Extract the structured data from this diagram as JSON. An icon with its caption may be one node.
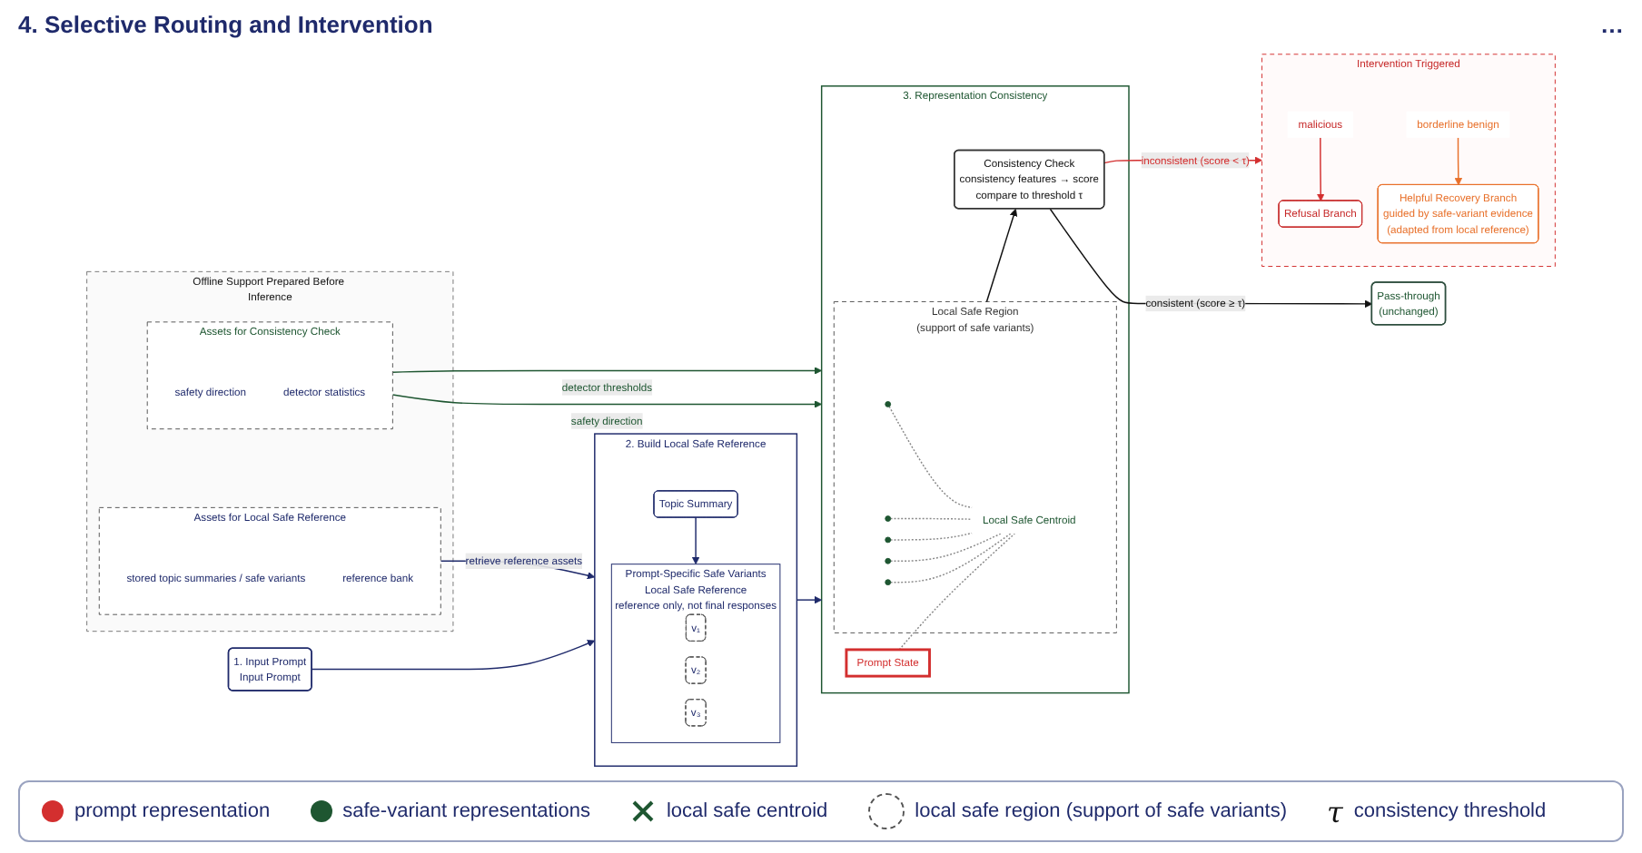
{
  "diagram": {
    "nodes": [
      {
        "text": [
          "Offline Support Prepared Before Inference"
        ]
      },
      {
        "text": [
          "Assets for Local Safe Reference"
        ],
        "in": 0
      },
      {
        "text": [
          "stored topic summaries / safe variants"
        ],
        "in": 1
      },
      {
        "text": [
          "reference bank"
        ],
        "in": 1
      },
      {
        "text": [
          "Assets for Consistency Check"
        ],
        "in": 0
      },
      {
        "text": [
          "safety direction"
        ],
        "in": 4
      },
      {
        "text": [
          "detector statistics"
        ],
        "in": 4
      },
      {
        "text": [
          "1. Input Prompt",
          "Input Prompt"
        ]
      },
      {
        "text": [
          "2. Build Local Safe Reference"
        ]
      },
      {
        "text": [
          "Topic Summary"
        ],
        "in": 8
      },
      {
        "text": [
          "Prompt-Specific Safe Variants",
          "Local Safe Reference",
          "reference only, not final responses"
        ],
        "in": 8
      },
      {
        "text": [
          "v₁"
        ],
        "in": 10
      },
      {
        "text": [
          "v₂"
        ],
        "in": 10
      },
      {
        "text": [
          "v₃"
        ],
        "in": 10
      },
      {
        "text": [
          "3. Representation Consistency"
        ]
      },
      {
        "text": [
          "Prompt State"
        ],
        "in": 14
      },
      {
        "text": [
          "Local Safe Region",
          "(support of safe variants)"
        ],
        "in": 14
      },
      {
        "text": [],
        "shape": "circle",
        "in": 16
      },
      {
        "text": [],
        "shape": "circle",
        "in": 16
      },
      {
        "text": [],
        "shape": "circle",
        "in": 16
      },
      {
        "text": [],
        "shape": "circle",
        "in": 16
      },
      {
        "text": [],
        "shape": "circle",
        "in": 16
      },
      {
        "text": [
          "Local Safe Centroid"
        ],
        "in": 16
      },
      {
        "text": [
          "Consistency Check",
          "consistency features → score",
          "compare to threshold τ"
        ],
        "in": 14
      },
      {
        "text": [
          "Pass-through",
          "(unchanged)"
        ]
      },
      {
        "text": [
          "Intervention Triggered"
        ]
      },
      {
        "text": [
          "malicious"
        ],
        "in": 25
      },
      {
        "text": [
          "Refusal Branch"
        ],
        "in": 25
      },
      {
        "text": [
          "borderline benign"
        ],
        "in": 25
      },
      {
        "text": [
          "Helpful Recovery Branch",
          "guided by safe-variant evidence",
          "(adapted from local reference)"
        ],
        "in": 25
      }
    ],
    "edges": [
      {
        "from": 1,
        "to": 8,
        "arrow": "to",
        "label": "retrieve reference assets",
        "color": "#1f2a6b"
      },
      {
        "from": 4,
        "to": 14,
        "arrow": "to",
        "label": "safety direction",
        "color": "#1e5631"
      },
      {
        "from": 4,
        "to": 14,
        "arrow": "to",
        "label": "detector thresholds",
        "color": "#1e5631"
      },
      {
        "from": 7,
        "to": 8,
        "arrow": "to",
        "color": "#1f2a6b"
      },
      {
        "from": 9,
        "to": 10,
        "arrow": "to",
        "color": "#1f2a6b"
      },
      {
        "from": 8,
        "to": 14,
        "arrow": "to",
        "color": "#1f2a6b"
      },
      {
        "from": 15,
        "to": 22,
        "arrow": "none",
        "style": "dashed"
      },
      {
        "from": 17,
        "to": 22,
        "arrow": "none",
        "style": "dashed"
      },
      {
        "from": 18,
        "to": 22,
        "arrow": "none",
        "style": "dashed"
      },
      {
        "from": 19,
        "to": 22,
        "arrow": "none",
        "style": "dashed"
      },
      {
        "from": 20,
        "to": 22,
        "arrow": "none",
        "style": "dashed"
      },
      {
        "from": 21,
        "to": 22,
        "arrow": "none",
        "style": "dashed"
      },
      {
        "from": 16,
        "to": 23,
        "arrow": "to",
        "color": "#111111"
      },
      {
        "from": 23,
        "to": 24,
        "arrow": "to",
        "label": "consistent (score ≥ τ)",
        "color": "#111111"
      },
      {
        "from": 23,
        "to": 25,
        "arrow": "to",
        "label": "inconsistent (score < τ)",
        "color": "#d32f2f"
      },
      {
        "from": 26,
        "to": 27,
        "arrow": "to",
        "color": "#d32f2f"
      },
      {
        "from": 28,
        "to": 29,
        "arrow": "to",
        "color": "#e8702a"
      }
    ],
    "labels": [
      "4. Selective Routing and Intervention",
      "…",
      "τ"
    ],
    "legend": [
      {
        "text": "prompt representation",
        "color": "#d32f2f"
      },
      {
        "text": "safe-variant representations",
        "color": "#1e5631"
      },
      {
        "text": "local safe centroid"
      },
      {
        "text": "local safe region (support of safe variants)"
      },
      {
        "text": "consistency threshold"
      }
    ]
  }
}
